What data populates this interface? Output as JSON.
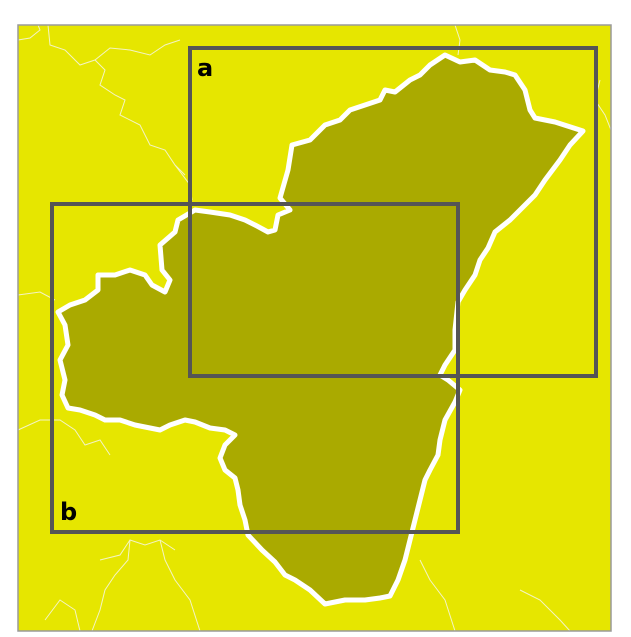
{
  "map": {
    "colors": {
      "background": "#e6e600",
      "region_fill": "#aaaa00",
      "region_outline": "#ffffff",
      "minor_boundaries": "#f4f4c4",
      "frame": "#9a9a9a",
      "inset_box": "#555555",
      "label": "#000000"
    },
    "insets": [
      {
        "id": "a",
        "label": "a"
      },
      {
        "id": "b",
        "label": "b"
      }
    ]
  }
}
